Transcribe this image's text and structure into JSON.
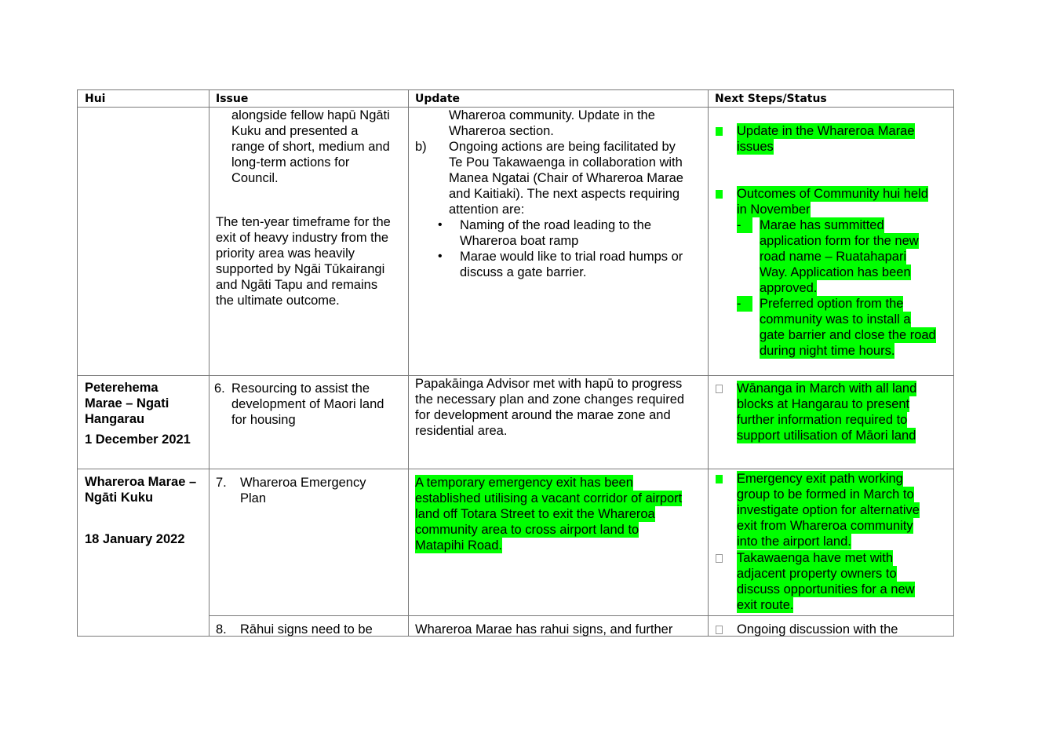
{
  "headers": {
    "hui": "Hui",
    "issue": "Issue",
    "update": "Update",
    "next": "Next Steps/Status"
  },
  "row1": {
    "issue_a": [
      "alongside fellow hapū Ngāti",
      "Kuku and presented a",
      "range of short, medium and",
      "long-term actions for",
      "Council."
    ],
    "issue_b": [
      "The ten-year timeframe for the",
      "exit of heavy industry from the",
      "priority area was heavily",
      "supported by Ngāi Tūkairangi",
      "and Ngāti Tapu and remains",
      "the ultimate outcome."
    ],
    "update_top": [
      "Whareroa community. Update in the",
      "Whareroa section."
    ],
    "update_b_marker": "b)",
    "update_b": [
      "Ongoing actions are being facilitated by",
      "Te Pou Takawaenga in collaboration with",
      "Manea Ngatai (Chair of Whareroa Marae",
      "and Kaitiaki). The next aspects requiring",
      "attention are:"
    ],
    "bullet1": [
      "Naming of the road leading to the",
      "Whareroa boat ramp"
    ],
    "bullet2": [
      "Marae would like to trial road humps or",
      "discuss a gate barrier."
    ],
    "next1": [
      "Update in the Whareroa Marae",
      "issues"
    ],
    "next2": [
      "Outcomes of Community hui held",
      "in November"
    ],
    "dash": "-",
    "sub1": [
      "Marae has summitted",
      "application form for the new",
      "road name – Ruatahapari",
      "Way.   Application has been",
      "approved."
    ],
    "sub2": [
      "Preferred option from the",
      "community was to install a",
      "gate barrier and close the road",
      "during night time hours."
    ]
  },
  "row2": {
    "hui": [
      "Peterehema",
      "Marae – Ngati",
      "Hangarau"
    ],
    "date": "1 December 2021",
    "issue_num": "6.",
    "issue": [
      "Resourcing to assist the",
      "development of Maori land",
      "for housing"
    ],
    "update": [
      "Papakāinga Advisor met with hapū to progress",
      "the necessary plan and zone changes required",
      "for development around the marae zone and",
      "residential area."
    ],
    "next": [
      "Wānanga in March with all land",
      "blocks at Hangarau to present",
      "further information required to",
      "support utilisation of Māori land"
    ]
  },
  "row3": {
    "hui": [
      "Whareroa Marae –",
      "Ngāti Kuku"
    ],
    "date": "18 January 2022",
    "issue_num": "7.",
    "issue": [
      "Whareroa Emergency",
      "Plan"
    ],
    "update": [
      "A temporary emergency exit has been",
      "established utilising a vacant corridor of airport",
      "land off Totara Street to exit the Whareroa",
      "community area to cross airport land to",
      "Matapihi Road."
    ],
    "next1": [
      "Emergency exit path working",
      "group to be formed in March to",
      "investigate option for alternative",
      "exit from Whareroa community",
      "into the airport land."
    ],
    "next2": [
      "Takawaenga have met with",
      "adjacent property owners to",
      "discuss opportunities for a new",
      "exit route."
    ]
  },
  "row4": {
    "issue_num": "8.",
    "issue": "Rāhui signs need to be",
    "update": "Whareroa Marae has rahui signs, and further",
    "next": "Ongoing discussion with the"
  },
  "colors": {
    "highlight": "#00ff00",
    "border": "#7a7a7a"
  }
}
